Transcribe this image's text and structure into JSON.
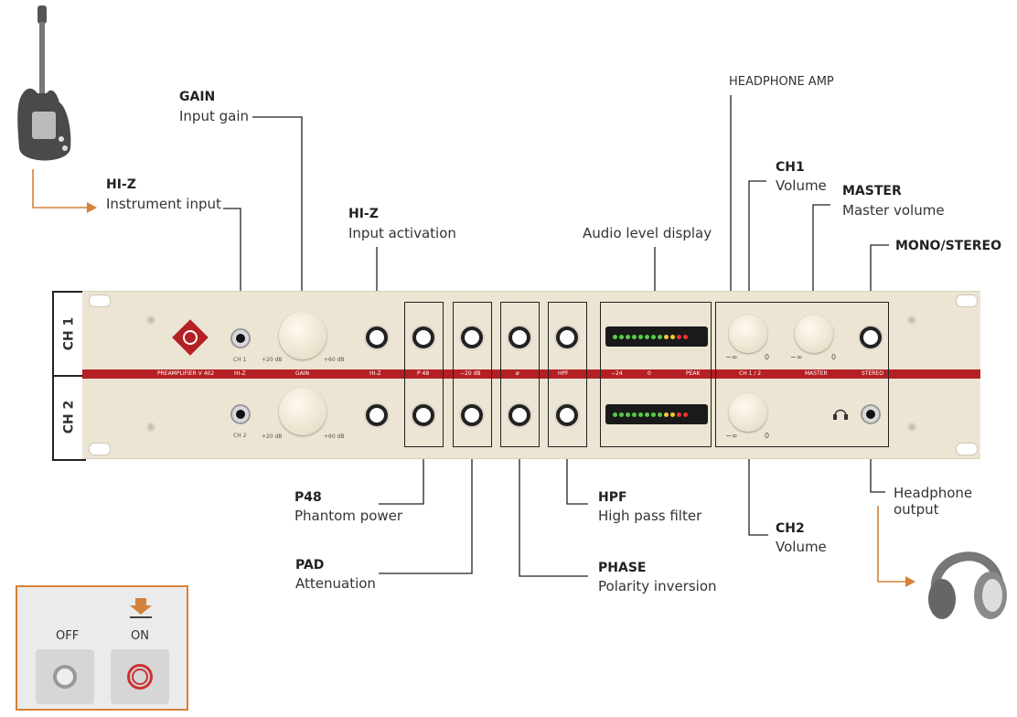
{
  "channels": {
    "ch1": "CH 1",
    "ch2": "CH 2"
  },
  "panel_text": {
    "stripe": [
      "PREAMPLIFIER V 402",
      "HI-Z",
      "GAIN",
      "HI-Z",
      "P 48",
      "−20 dB",
      "ø",
      "HPF",
      "−24",
      "0",
      "PEAK",
      "CH 1 / 2",
      "MASTER",
      "STEREO"
    ],
    "ch1_jack": "CH 1",
    "ch2_jack": "CH 2",
    "gain_min": "+20 dB",
    "gain_max": "+60 dB",
    "vol_min": "−∞",
    "vol_max": "0"
  },
  "callouts": {
    "gain": {
      "title": "GAIN",
      "desc": "Input gain"
    },
    "hiz_input": {
      "title": "HI-Z",
      "desc": "Instrument input"
    },
    "hiz_activation": {
      "title": "HI-Z",
      "desc": "Input activation"
    },
    "level": {
      "desc": "Audio level display"
    },
    "hp_amp": {
      "title": "HEADPHONE AMP"
    },
    "ch1": {
      "title": "CH1",
      "desc": "Volume"
    },
    "master": {
      "title": "MASTER",
      "desc": "Master volume"
    },
    "mono": {
      "title": "MONO/STEREO"
    },
    "p48": {
      "title": "P48",
      "desc": "Phantom power"
    },
    "pad": {
      "title": "PAD",
      "desc": "Attenuation"
    },
    "hpf": {
      "title": "HPF",
      "desc": "High pass filter"
    },
    "phase": {
      "title": "PHASE",
      "desc": "Polarity inversion"
    },
    "ch2": {
      "title": "CH2",
      "desc": "Volume"
    },
    "hp_out": {
      "desc": "Headphone output"
    }
  },
  "legend": {
    "off": "OFF",
    "on": "ON"
  },
  "colors": {
    "accent": "#d4823a",
    "stripe": "#b52025",
    "rack": "#ece5d4",
    "logo": "#b52025"
  },
  "icons": [
    "guitar-icon",
    "headphones-icon",
    "arrow-down-icon",
    "neumann-logo-icon",
    "headphone-symbol-icon"
  ]
}
